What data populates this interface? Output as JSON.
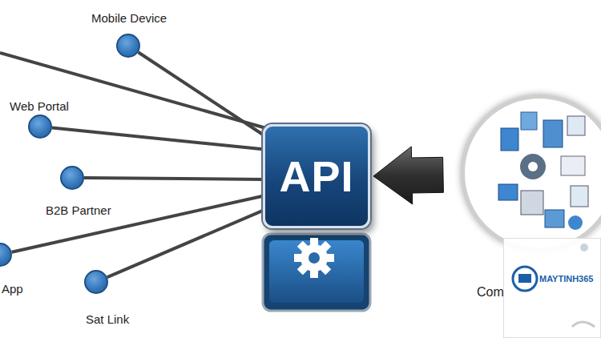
{
  "diagram": {
    "nodes": [
      {
        "text": [
          "Mobile Device"
        ]
      },
      {
        "text": [
          "Web Portal"
        ]
      },
      {
        "text": [
          "B2B Partner"
        ]
      },
      {
        "text": [
          "App"
        ]
      },
      {
        "text": [
          "Sat Link"
        ]
      },
      {
        "text": [
          "API"
        ]
      },
      {
        "text": [
          "Com"
        ]
      }
    ],
    "edges": [
      {
        "from": 0,
        "to": 5,
        "arrow": "none"
      },
      {
        "from": 1,
        "to": 5,
        "arrow": "none"
      },
      {
        "from": 2,
        "to": 5,
        "arrow": "none"
      },
      {
        "from": 3,
        "to": 5,
        "arrow": "none"
      },
      {
        "from": 4,
        "to": 5,
        "arrow": "none"
      },
      {
        "from": 6,
        "to": 5,
        "arrow": "to"
      }
    ],
    "labels": [
      "MAYTINH365"
    ]
  }
}
